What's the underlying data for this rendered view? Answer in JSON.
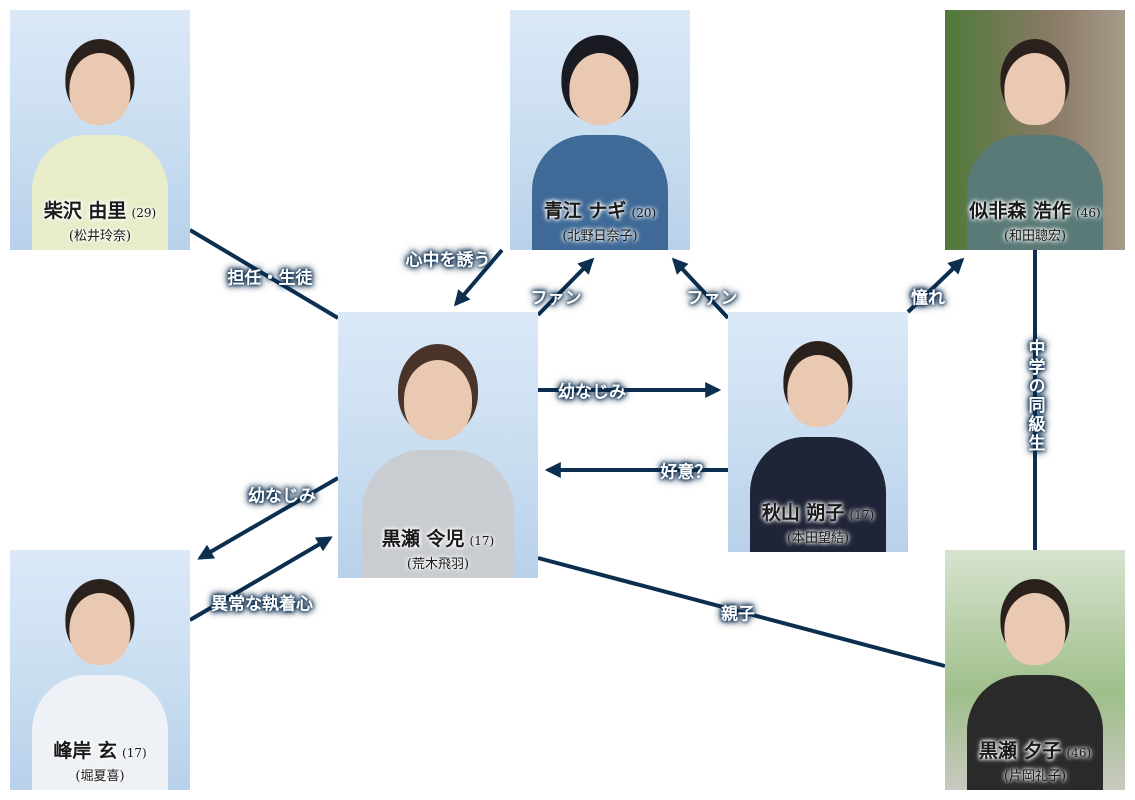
{
  "colors": {
    "line": "#0d2f4f",
    "card_bg": "#c7dcf0"
  },
  "characters": {
    "shibasawa": {
      "name": "柴沢 由里",
      "age": "(29)",
      "actor": "(松井玲奈)"
    },
    "aoe": {
      "name": "青江 ナギ",
      "age": "(20)",
      "actor": "(北野日奈子)"
    },
    "nihimori": {
      "name": "似非森 浩作",
      "age": "(46)",
      "actor": "(和田聰宏)"
    },
    "reiji": {
      "name": "黒瀬 令児",
      "age": "(17)",
      "actor": "(荒木飛羽)"
    },
    "akiyama": {
      "name": "秋山 朔子",
      "age": "(17)",
      "actor": "(本田望結)"
    },
    "minegishi": {
      "name": "峰岸 玄",
      "age": "(17)",
      "actor": "(堀夏喜)"
    },
    "yuko": {
      "name": "黒瀬 夕子",
      "age": "(46)",
      "actor": "(片岡礼子)"
    }
  },
  "relations": {
    "teacher": "担任・生徒",
    "suicide": "心中を誘う",
    "fan1": "ファン",
    "fan2": "ファン",
    "admire": "憧れ",
    "classmate": "中学の同級生",
    "childhood1": "幼なじみ",
    "like": "好意？",
    "childhood2": "幼なじみ",
    "obsession": "異常な執着心",
    "parent": "親子"
  }
}
